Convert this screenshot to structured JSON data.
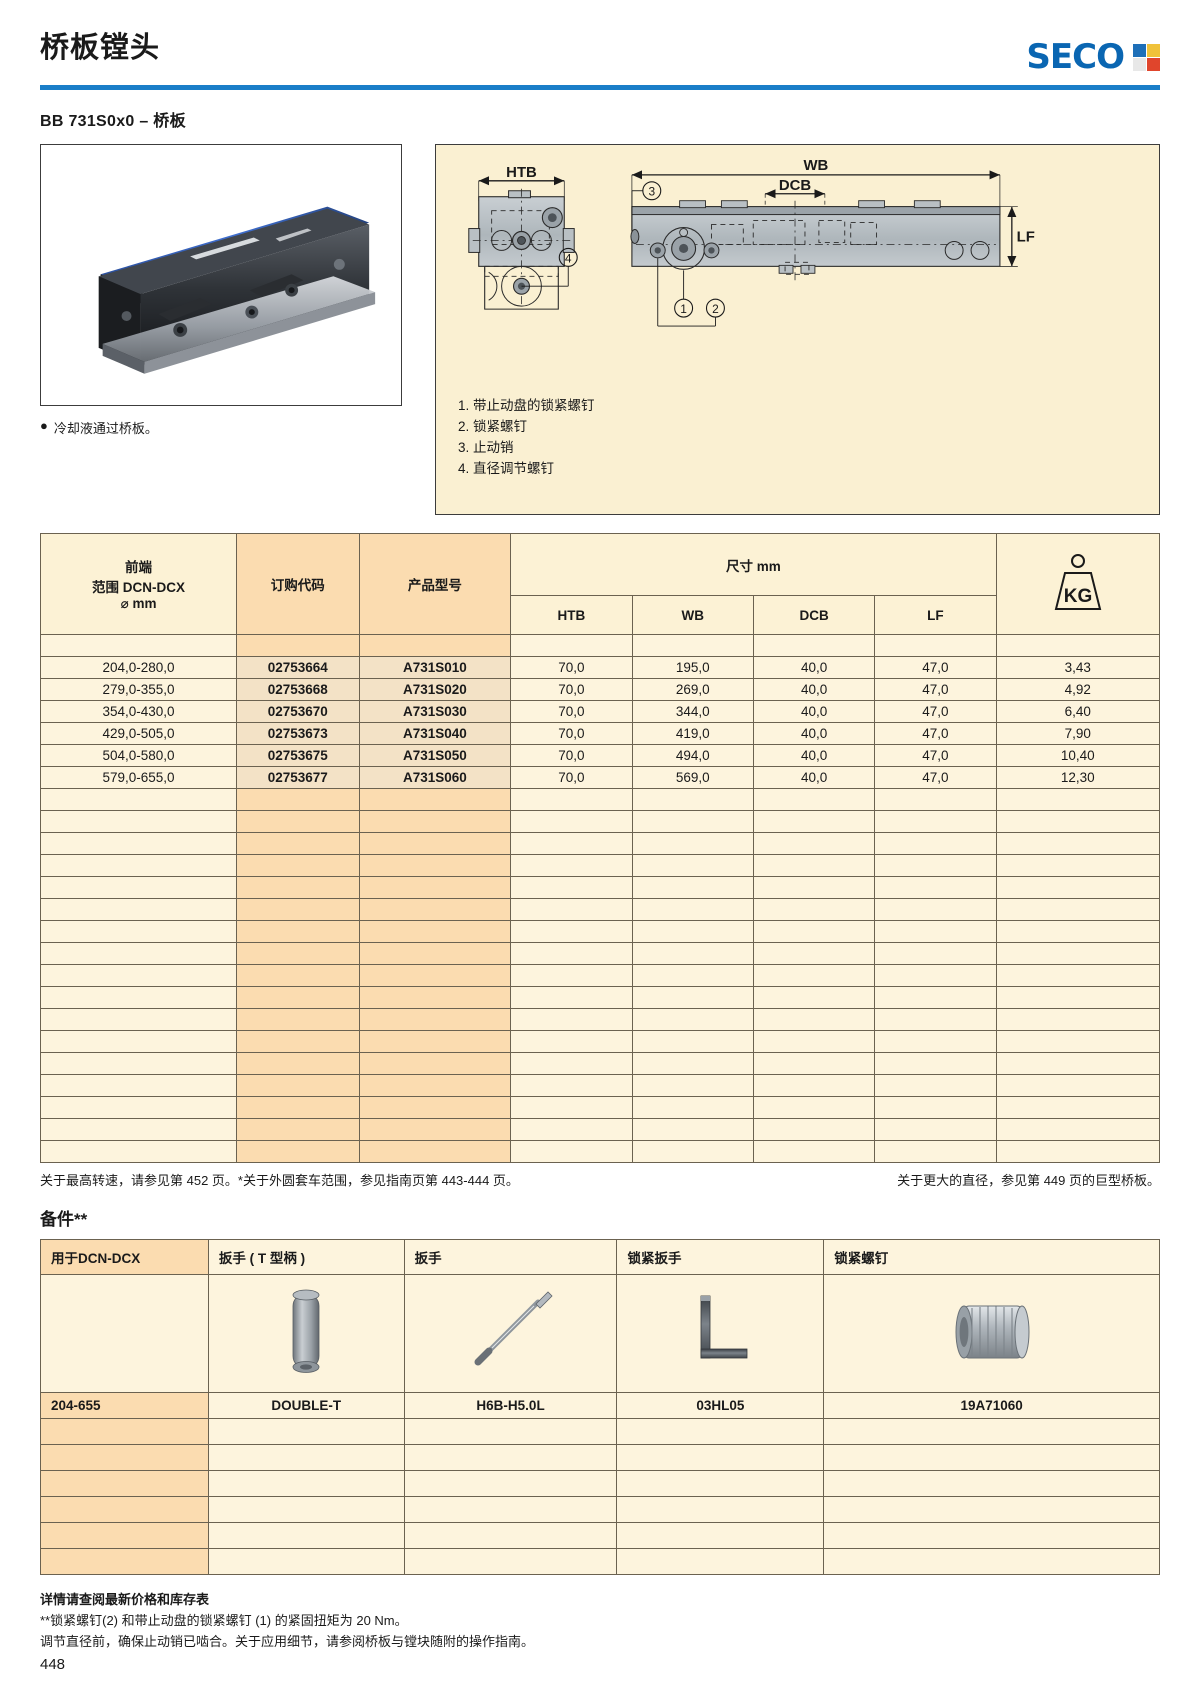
{
  "header": {
    "title": "桥板镗头",
    "logo_text": "SECO",
    "logo_colors": [
      "#1e6fb8",
      "#f0c23a",
      "#e8e8e8",
      "#e0452c"
    ],
    "rule_color": "#1a7ec8"
  },
  "subtitle": "BB 731S0x0 – 桥板",
  "photo": {
    "caption_bullet": "●",
    "caption": "冷却液通过桥板。",
    "alt_name": "bridge-boring-head-photo"
  },
  "diagram": {
    "labels": {
      "htb": "HTB",
      "wb": "WB",
      "dcb": "DCB",
      "lf": "LF",
      "callout1": "1",
      "callout2": "2",
      "callout3": "3",
      "callout4": "4"
    },
    "legend": [
      "1. 带止动盘的锁紧螺钉",
      "2. 锁紧螺钉",
      "3. 止动销",
      "4. 直径调节螺钉"
    ]
  },
  "main_table": {
    "group_header": "尺寸 mm",
    "weight_unit": "KG",
    "headers": {
      "range": "前端\n范围 DCN-DCX\n⌀ mm",
      "range_l1": "前端",
      "range_l2": "范围 DCN-DCX",
      "range_l3": "⌀ mm",
      "order_code": "订购代码",
      "designation": "产品型号",
      "htb": "HTB",
      "wb": "WB",
      "dcb": "DCB",
      "lf": "LF"
    },
    "rows": [
      {
        "range": "204,0-280,0",
        "code": "02753664",
        "desig": "A731S010",
        "htb": "70,0",
        "wb": "195,0",
        "dcb": "40,0",
        "lf": "47,0",
        "kg": "3,43"
      },
      {
        "range": "279,0-355,0",
        "code": "02753668",
        "desig": "A731S020",
        "htb": "70,0",
        "wb": "269,0",
        "dcb": "40,0",
        "lf": "47,0",
        "kg": "4,92"
      },
      {
        "range": "354,0-430,0",
        "code": "02753670",
        "desig": "A731S030",
        "htb": "70,0",
        "wb": "344,0",
        "dcb": "40,0",
        "lf": "47,0",
        "kg": "6,40"
      },
      {
        "range": "429,0-505,0",
        "code": "02753673",
        "desig": "A731S040",
        "htb": "70,0",
        "wb": "419,0",
        "dcb": "40,0",
        "lf": "47,0",
        "kg": "7,90"
      },
      {
        "range": "504,0-580,0",
        "code": "02753675",
        "desig": "A731S050",
        "htb": "70,0",
        "wb": "494,0",
        "dcb": "40,0",
        "lf": "47,0",
        "kg": "10,40"
      },
      {
        "range": "579,0-655,0",
        "code": "02753677",
        "desig": "A731S060",
        "htb": "70,0",
        "wb": "569,0",
        "dcb": "40,0",
        "lf": "47,0",
        "kg": "12,30"
      }
    ],
    "empty_rows": 17
  },
  "footnotes": {
    "left": "关于最高转速，请参见第 452 页。*关于外圆套车范围，参见指南页第 443-444 页。",
    "right": "关于更大的直径，参见第 449 页的巨型桥板。"
  },
  "accessories": {
    "title": "备件**",
    "headers": {
      "for": "用于DCN-DCX",
      "wrench_t": "扳手 ( T 型柄 )",
      "wrench": "扳手",
      "lock_wrench": "锁紧扳手",
      "lock_screw": "锁紧螺钉"
    },
    "icons": {
      "wrench_t": "t-handle-wrench-icon",
      "wrench": "screwdriver-wrench-icon",
      "lock_wrench": "hex-key-icon",
      "lock_screw": "set-screw-icon"
    },
    "rows": [
      {
        "for": "204-655",
        "wrench_t": "DOUBLE-T",
        "wrench": "H6B-H5.0L",
        "lock_wrench": "03HL05",
        "lock_screw": "19A71060"
      }
    ],
    "empty_rows": 6
  },
  "bottom_notes": [
    "详情请查阅最新价格和库存表",
    "**锁紧螺钉(2) 和带止动盘的锁紧螺钉 (1) 的紧固扭矩为 20 Nm。",
    "调节直径前，确保止动销已啮合。关于应用细节，请参阅桥板与镗块随附的操作指南。"
  ],
  "page_number": "448"
}
